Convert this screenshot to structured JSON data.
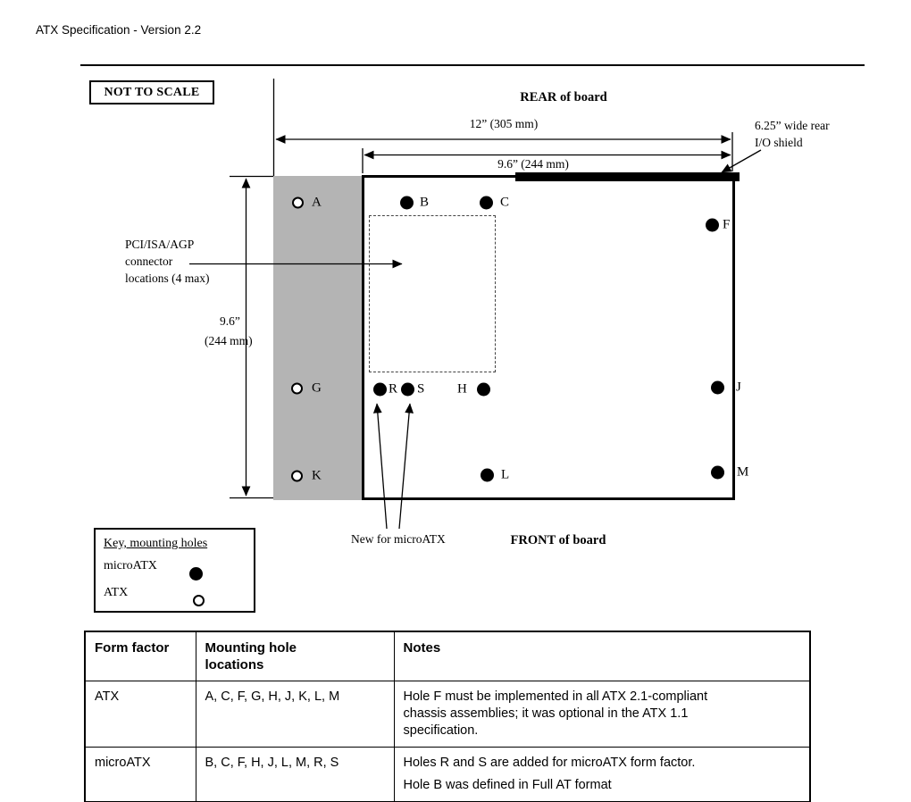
{
  "page": {
    "title": "ATX Specification - Version 2.2"
  },
  "diagram": {
    "not_to_scale": "NOT TO SCALE",
    "rear_of_board": "REAR of board",
    "front_of_board": "FRONT of board",
    "dim_width_full": "12” (305 mm)",
    "dim_width_io": "9.6” (244 mm)",
    "dim_height_value": "9.6”",
    "dim_height_unit": "(244 mm)",
    "io_shield_line1": "6.25” wide rear",
    "io_shield_line2": "I/O shield",
    "pci_line1": "PCI/ISA/AGP",
    "pci_line2": "connector",
    "pci_line3": "locations (4 max)",
    "new_for_microatx": "New for microATX",
    "holes": [
      {
        "label": "A",
        "type": "ATX"
      },
      {
        "label": "B",
        "type": "microATX"
      },
      {
        "label": "C",
        "type": "microATX"
      },
      {
        "label": "F",
        "type": "microATX"
      },
      {
        "label": "G",
        "type": "ATX"
      },
      {
        "label": "R",
        "type": "microATX"
      },
      {
        "label": "S",
        "type": "microATX"
      },
      {
        "label": "H",
        "type": "microATX"
      },
      {
        "label": "J",
        "type": "microATX"
      },
      {
        "label": "K",
        "type": "ATX"
      },
      {
        "label": "L",
        "type": "microATX"
      },
      {
        "label": "M",
        "type": "microATX"
      }
    ]
  },
  "key": {
    "title": "Key, mounting holes",
    "microatx_label": "microATX",
    "atx_label": "ATX"
  },
  "table": {
    "headers": [
      "Form factor",
      "Mounting hole locations",
      "Notes"
    ],
    "rows": [
      {
        "form_factor": "ATX",
        "locations": "A, C, F, G, H, J, K, L, M",
        "notes": [
          "Hole F must be implemented in all ATX 2.1-compliant chassis assemblies; it was optional in the ATX 1.1 specification."
        ]
      },
      {
        "form_factor": "microATX",
        "locations": "B, C, F, H, J, L, M, R, S",
        "notes": [
          "Holes R and S are added for microATX form factor.",
          "Hole B was defined in Full AT format"
        ]
      }
    ]
  }
}
